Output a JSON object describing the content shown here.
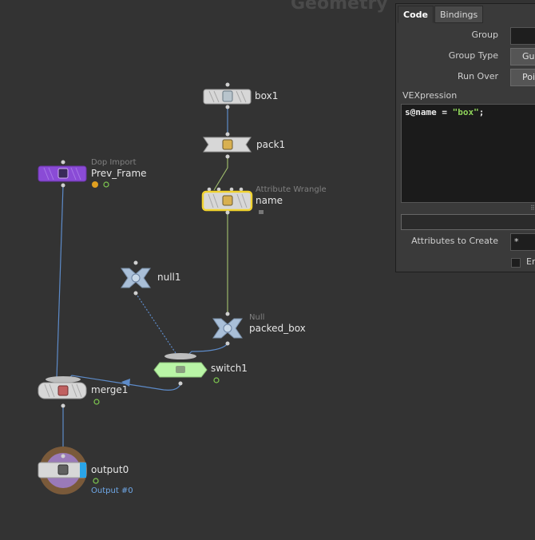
{
  "network": {
    "context_title": "Geometry",
    "nodes": [
      {
        "id": "box1",
        "label": "box1",
        "type": "",
        "sub": ""
      },
      {
        "id": "pack1",
        "label": "pack1",
        "type": "",
        "sub": ""
      },
      {
        "id": "name",
        "label": "name",
        "type": "Attribute Wrangle",
        "sub": ""
      },
      {
        "id": "prev_frame",
        "label": "Prev_Frame",
        "type": "Dop Import",
        "sub": ""
      },
      {
        "id": "null1",
        "label": "null1",
        "type": "",
        "sub": ""
      },
      {
        "id": "packed_box",
        "label": "packed_box",
        "type": "Null",
        "sub": ""
      },
      {
        "id": "switch1",
        "label": "switch1",
        "type": "",
        "sub": ""
      },
      {
        "id": "merge1",
        "label": "merge1",
        "type": "",
        "sub": ""
      },
      {
        "id": "output0",
        "label": "output0",
        "type": "",
        "sub": "Output #0"
      }
    ],
    "colors": {
      "background": "#333333",
      "wire": "#5d8bc9",
      "wire_green": "#9bb86a",
      "dop_node": "#8a4bd6",
      "switch_node": "#b9f5a6",
      "null_node": "#a9bfd8",
      "wrangle_outline": "#f0d230",
      "output_ring": "#7a5a3a",
      "display_flag": "#2aa5e8"
    }
  },
  "panel": {
    "tabs": [
      {
        "label": "Code",
        "active": true
      },
      {
        "label": "Bindings",
        "active": false
      }
    ],
    "group_label": "Group",
    "group_value": "",
    "group_type_label": "Group Type",
    "group_type_value": "Gue",
    "run_over_label": "Run Over",
    "run_over_value": "Poi",
    "vex_label": "VEXpression",
    "vex_code_prefix": "s@name = ",
    "vex_code_string": "\"box\"",
    "vex_code_suffix": ";",
    "attributes_label": "Attributes to Create",
    "attributes_value": "*",
    "checkbox_label": "En"
  }
}
